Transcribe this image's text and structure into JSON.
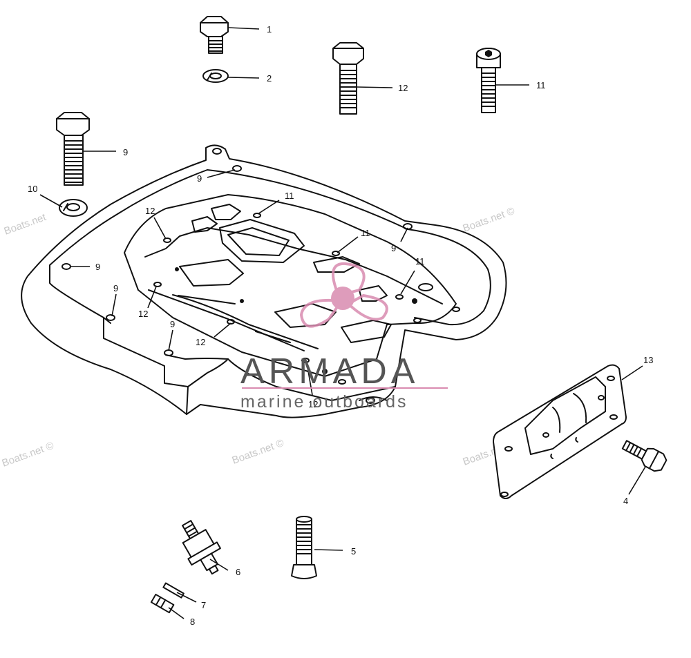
{
  "callouts": {
    "c1": "1",
    "c2": "2",
    "c12a": "12",
    "c11a": "11",
    "c9a": "9",
    "c10": "10",
    "c9b": "9",
    "c12b": "12",
    "c11b": "11",
    "c9c": "9",
    "c11c": "11",
    "c9d": "9",
    "c11d": "11",
    "c9e": "9",
    "c12c": "12",
    "c9f": "9",
    "c12d": "12",
    "c12e": "12",
    "c13": "13",
    "c4": "4",
    "c5": "5",
    "c6": "6",
    "c7": "7",
    "c8": "8"
  },
  "watermark": {
    "brand": "ARMADA",
    "tagline": "marine outboards",
    "site": "Boats.net ©",
    "site_cut": "Boats.net"
  },
  "colors": {
    "line": "#111111",
    "brand_logo": "#d98bb0",
    "watermark": "#c8c8c8"
  }
}
